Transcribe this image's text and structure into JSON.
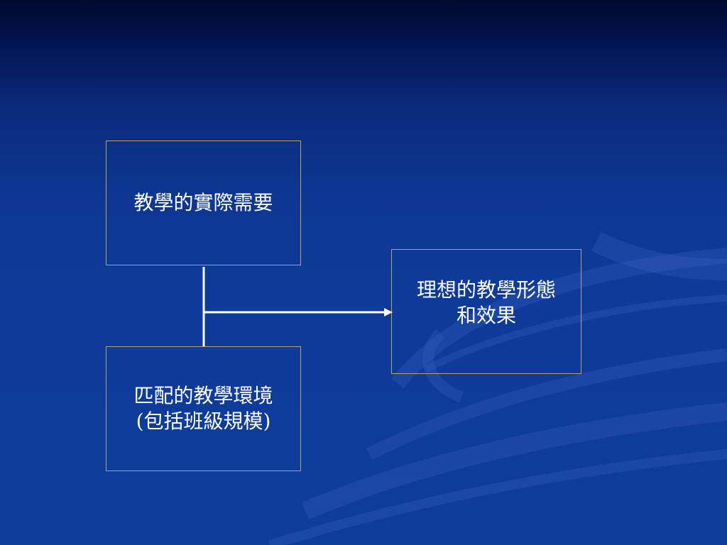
{
  "diagram": {
    "nodes": {
      "needs": {
        "lines": [
          "教學的實際需要"
        ]
      },
      "environment": {
        "lines": [
          "匹配的教學環境",
          "(包括班級規模)"
        ]
      },
      "ideal": {
        "lines": [
          "理想的教學形態",
          "和效果"
        ]
      }
    },
    "edges": [
      {
        "from": [
          "needs",
          "environment"
        ],
        "to": "ideal"
      }
    ],
    "colors": {
      "background": "#0e3c9c",
      "box_border": "#b8a36a",
      "text": "#ffffff",
      "connector": "#ffffff"
    }
  }
}
